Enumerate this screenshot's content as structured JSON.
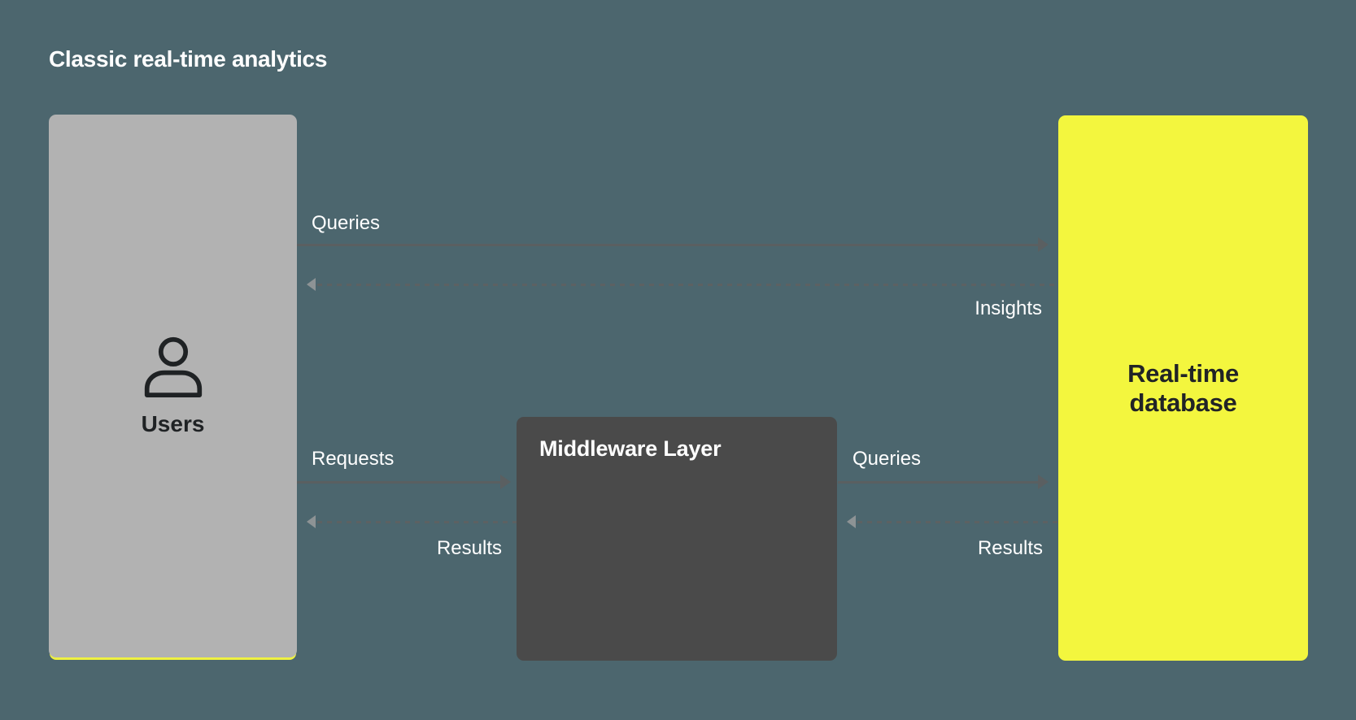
{
  "title": "Classic real-time analytics",
  "nodes": {
    "users": {
      "label": "Users",
      "icon": "user-icon"
    },
    "middleware": {
      "label": "Middleware Layer"
    },
    "database": {
      "label": "Real-time database"
    }
  },
  "edges": [
    {
      "id": "queries-top",
      "label": "Queries",
      "from": "users",
      "to": "database",
      "style": "solid",
      "direction": "right"
    },
    {
      "id": "insights",
      "label": "Insights",
      "from": "database",
      "to": "users",
      "style": "dashed",
      "direction": "left"
    },
    {
      "id": "requests",
      "label": "Requests",
      "from": "users",
      "to": "middleware",
      "style": "solid",
      "direction": "right"
    },
    {
      "id": "results-left",
      "label": "Results",
      "from": "middleware",
      "to": "users",
      "style": "dashed",
      "direction": "left"
    },
    {
      "id": "queries-right",
      "label": "Queries",
      "from": "middleware",
      "to": "database",
      "style": "solid",
      "direction": "right"
    },
    {
      "id": "results-right",
      "label": "Results",
      "from": "database",
      "to": "middleware",
      "style": "dashed",
      "direction": "left"
    }
  ],
  "colors": {
    "background": "#4c666e",
    "users_box": "#b2b2b2",
    "users_box_accent_underline": "#eff141",
    "middleware_box": "#4a4a4a",
    "database_box": "#f3f63e",
    "solid_arrow": "#5a5f61",
    "dashed_arrow": "#5c6163",
    "dashed_arrowhead": "#8d9395",
    "edge_label_text": "#ffffff",
    "title_text": "#ffffff",
    "dark_text": "#212326"
  }
}
